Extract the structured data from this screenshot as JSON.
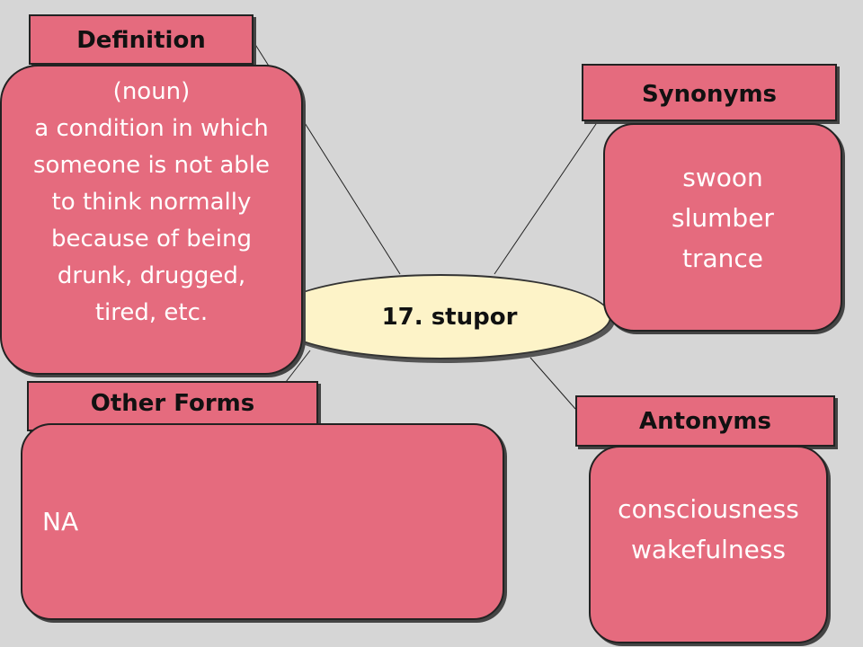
{
  "center": {
    "term": "17. stupor"
  },
  "definition": {
    "title": "Definition",
    "lines": [
      "(noun)",
      "a condition in which",
      "someone is not able",
      "to think normally",
      "because of being",
      "drunk, drugged,",
      "tired, etc."
    ]
  },
  "synonyms": {
    "title": "Synonyms",
    "items": [
      "swoon",
      "slumber",
      "trance"
    ]
  },
  "other_forms": {
    "title": "Other Forms",
    "value": "NA"
  },
  "antonyms": {
    "title": "Antonyms",
    "items": [
      "consciousness",
      "wakefulness"
    ]
  },
  "colors": {
    "box_fill": "#e56b7e",
    "center_fill": "#fdf3c8",
    "background": "#d6d6d6"
  }
}
